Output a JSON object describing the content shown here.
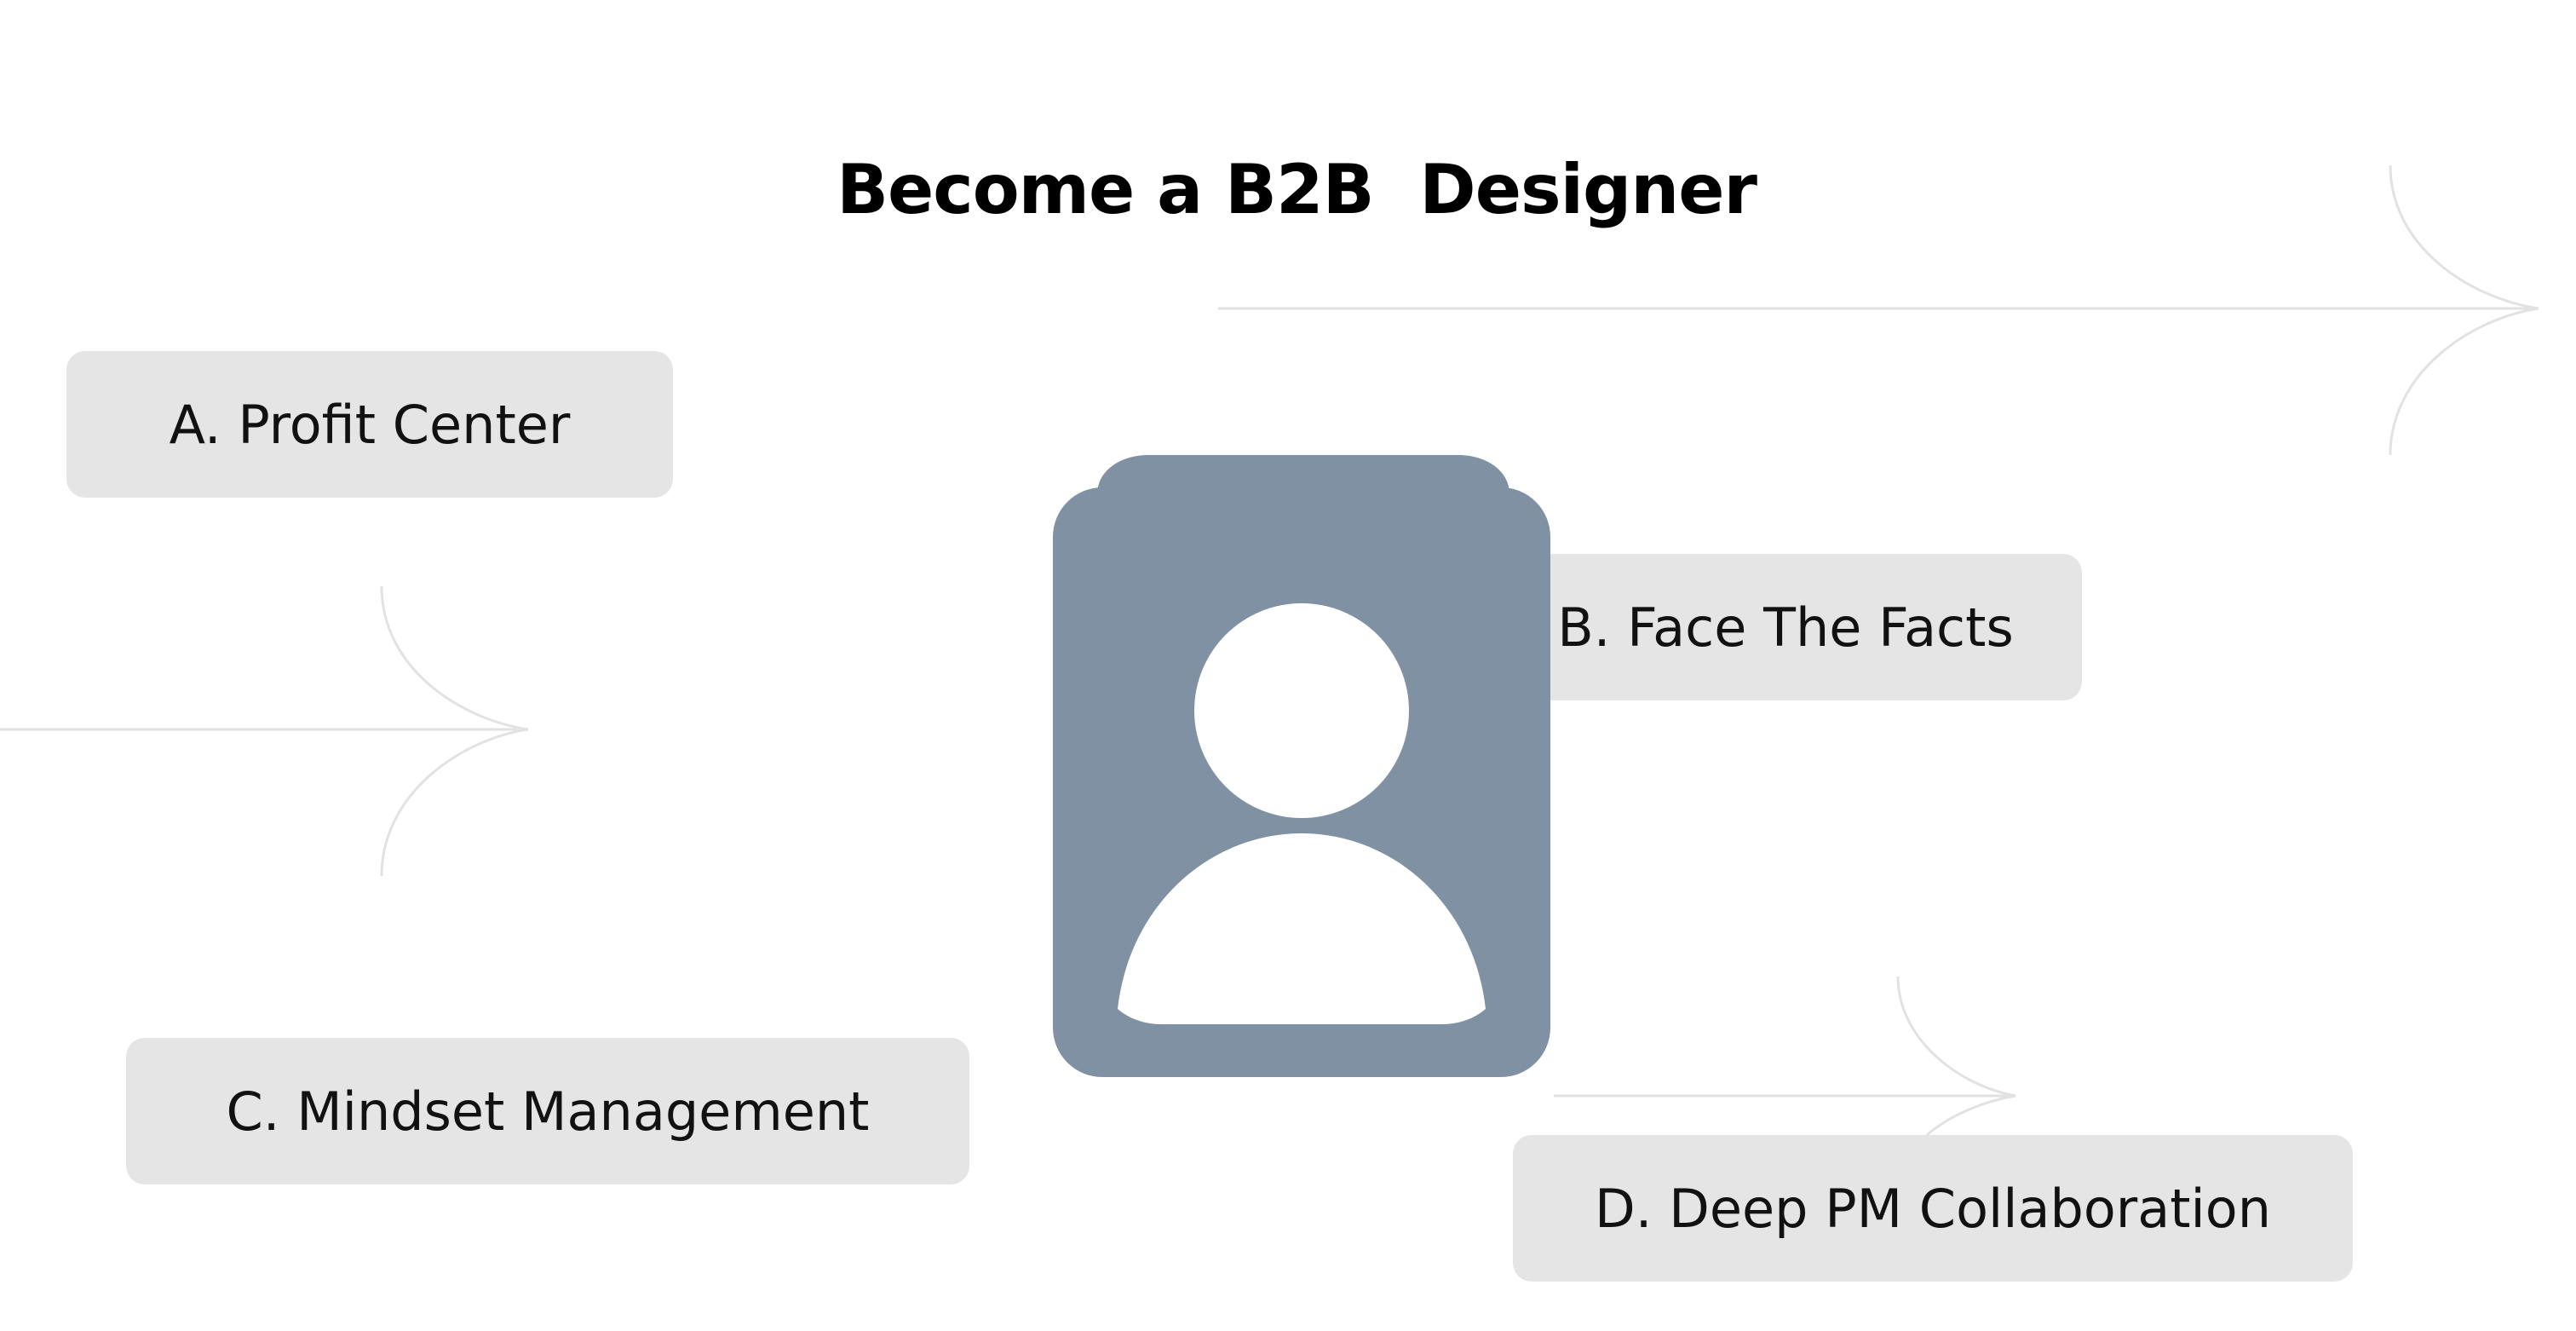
{
  "title": "Become a B2B  Designer",
  "cards": {
    "a": "A. Profit Center",
    "b": "B. Face The Facts",
    "c": "C. Mindset Management",
    "d": "D. Deep PM Collaboration"
  },
  "icons": {
    "avatar": "user-placeholder-icon",
    "arrow": "arrow-right-icon"
  },
  "colors": {
    "background": "#ffffff",
    "card_fill": "#e5e5e5",
    "avatar_fill": "#8091a3",
    "arrow_stroke": "#e2e2e2",
    "text": "#000000"
  }
}
